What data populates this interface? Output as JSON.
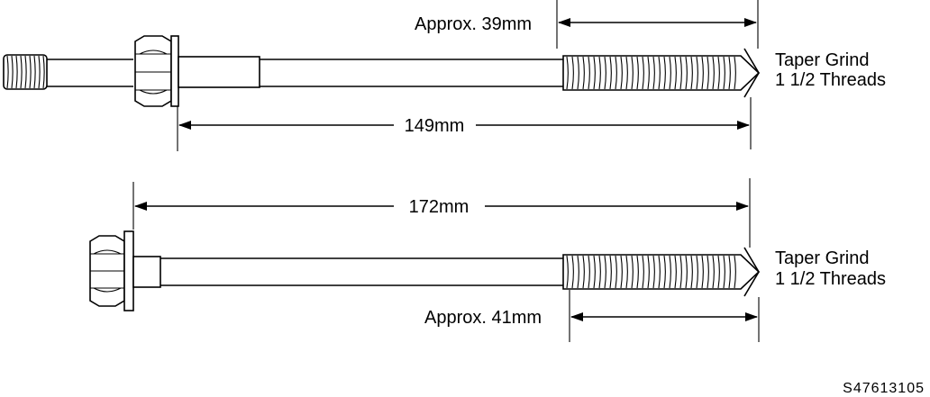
{
  "colors": {
    "ink": "#000000",
    "paper": "#ffffff"
  },
  "bolt_upper": {
    "thread_length_label": "Approx. 39mm",
    "overall_length_label": "149mm",
    "taper_label_line1": "Taper Grind",
    "taper_label_line2": "1 1/2 Threads"
  },
  "bolt_lower": {
    "overall_length_label": "172mm",
    "thread_length_label": "Approx. 41mm",
    "taper_label_line1": "Taper Grind",
    "taper_label_line2": "1 1/2 Threads"
  },
  "figure_code": "S47613105"
}
